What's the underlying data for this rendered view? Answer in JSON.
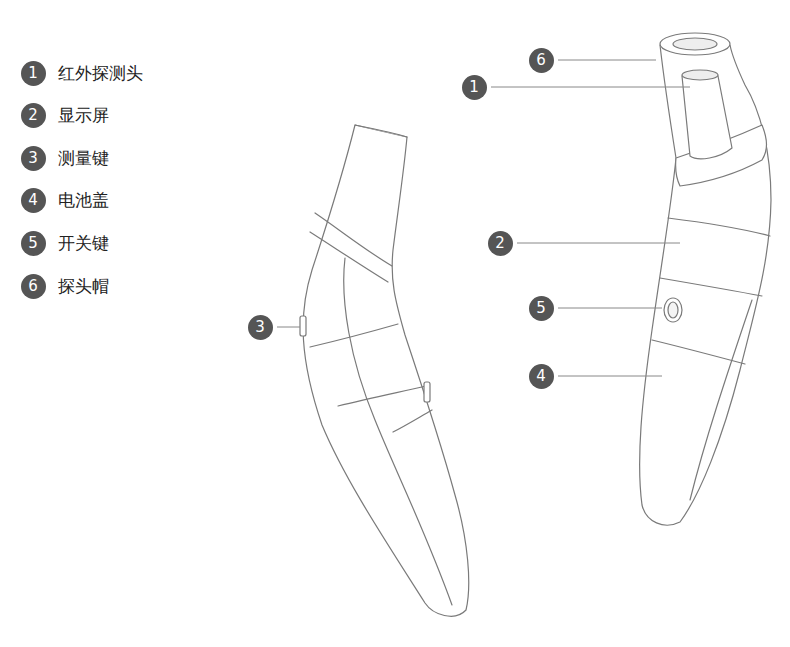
{
  "diagram": {
    "nodes": [
      {
        "text": [
          "1"
        ]
      },
      {
        "text": [
          "2"
        ]
      },
      {
        "text": [
          "3"
        ]
      },
      {
        "text": [
          "4"
        ]
      },
      {
        "text": [
          "5"
        ]
      },
      {
        "text": [
          "6"
        ]
      },
      {
        "text": [
          "6"
        ]
      },
      {
        "text": [
          "1"
        ]
      },
      {
        "text": [
          "2"
        ]
      },
      {
        "text": [
          "5"
        ]
      },
      {
        "text": [
          "3"
        ]
      },
      {
        "text": [
          "4"
        ]
      }
    ],
    "edges": [],
    "labels": [
      "红外探测头",
      "显示屏",
      "测量键",
      "电池盖",
      "开关键",
      "探头帽"
    ]
  }
}
